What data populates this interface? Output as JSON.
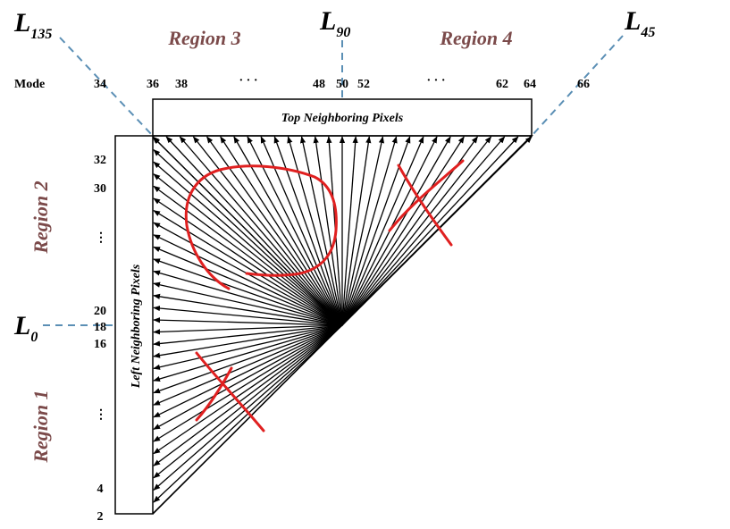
{
  "colors": {
    "region_text": "#7b4a4a",
    "reference_line": "#5b8fb5",
    "annotation": "#e02020",
    "line": "#000000"
  },
  "references": {
    "l135": {
      "main": "L",
      "sub": "135"
    },
    "l90": {
      "main": "L",
      "sub": "90"
    },
    "l45": {
      "main": "L",
      "sub": "45"
    },
    "l0": {
      "main": "L",
      "sub": "0"
    }
  },
  "regions": {
    "region1": "Region 1",
    "region2": "Region 2",
    "region3": "Region 3",
    "region4": "Region 4"
  },
  "mode_label": "Mode",
  "top_modes": [
    "34",
    "36",
    "38",
    "· · ·",
    "48",
    "50",
    "52",
    "· · ·",
    "62",
    "64",
    "66"
  ],
  "left_modes": [
    "32",
    "30",
    "⋮",
    "20",
    "18",
    "16",
    "⋮",
    "4",
    "2"
  ],
  "boxes": {
    "top": "Top Neighboring Pixels",
    "left": "Left Neighboring Pixels"
  }
}
